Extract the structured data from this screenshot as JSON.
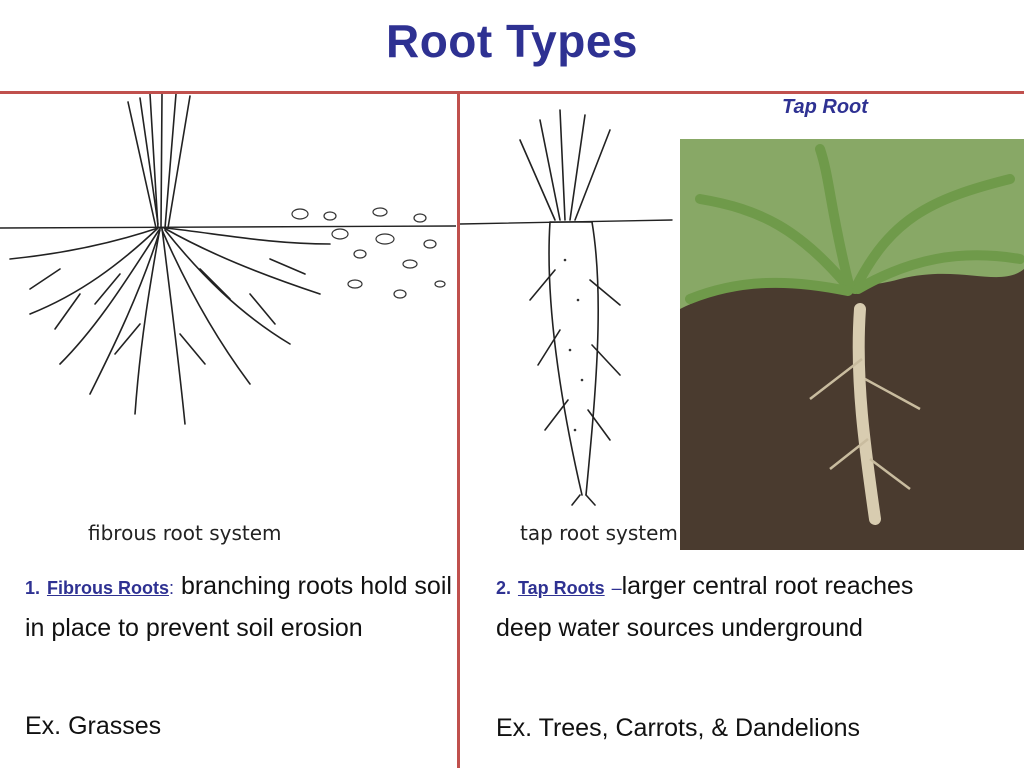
{
  "slide": {
    "title": "Root Types",
    "photo_caption": "Tap Root"
  },
  "fibrous": {
    "drawing_label": "fibrous root system",
    "number": "1.",
    "term": "Fibrous Roots",
    "separator": ":",
    "description": "branching roots hold soil in place to prevent soil erosion",
    "example": "Ex. Grasses"
  },
  "tap": {
    "drawing_label": "tap root system",
    "number": "2.",
    "term": "Tap Roots",
    "separator": "–",
    "description": "larger central root reaches deep water sources underground",
    "example": "Ex. Trees, Carrots, & Dandelions"
  },
  "colors": {
    "title": "#2e3192",
    "divider": "#c0504d",
    "soil": "#4a3b2f",
    "leaf": "#6f9a4a"
  }
}
